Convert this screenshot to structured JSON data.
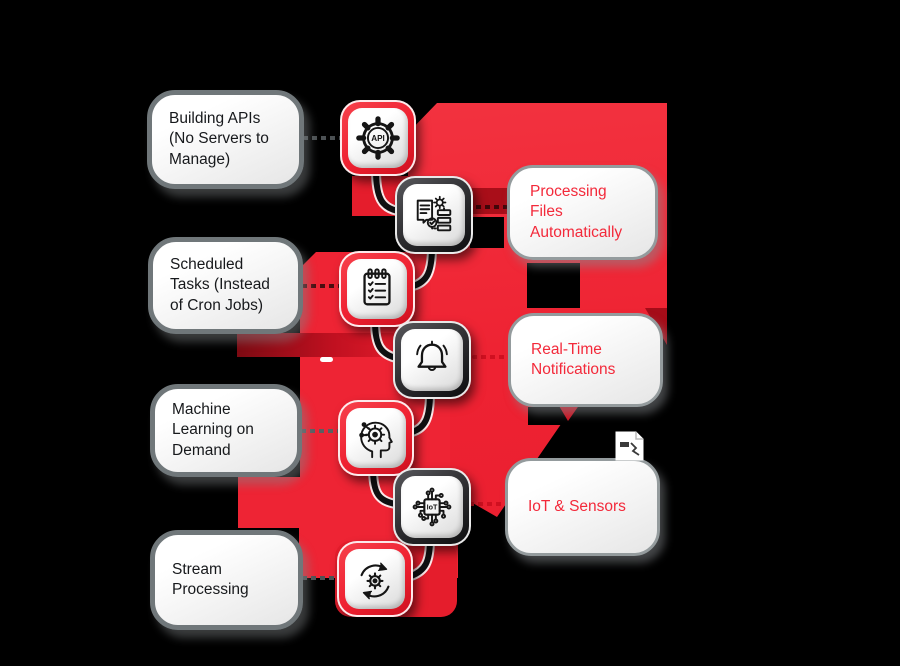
{
  "diagram": {
    "left_boxes": [
      {
        "id": "building-apis",
        "label": "Building APIs (No Servers to Manage)"
      },
      {
        "id": "scheduled-tasks",
        "label": "Scheduled Tasks (Instead of Cron Jobs)"
      },
      {
        "id": "machine-learning",
        "label": "Machine Learning on Demand"
      },
      {
        "id": "stream-processing",
        "label": "Stream Processing"
      }
    ],
    "right_boxes": [
      {
        "id": "processing-files",
        "label": "Processing Files Automatically"
      },
      {
        "id": "real-time-notifications",
        "label": "Real-Time Notifications"
      },
      {
        "id": "iot-sensors",
        "label": "IoT & Sensors"
      }
    ],
    "icon_badges": [
      {
        "id": "api",
        "name": "api-gear-icon",
        "text": "API"
      },
      {
        "id": "file-processing",
        "name": "file-processing-icon",
        "text": ""
      },
      {
        "id": "scheduler",
        "name": "checklist-clipboard-icon",
        "text": ""
      },
      {
        "id": "notifications",
        "name": "bell-icon",
        "text": ""
      },
      {
        "id": "machine-learning",
        "name": "machine-learning-head-icon",
        "text": ""
      },
      {
        "id": "iot",
        "name": "iot-chip-icon",
        "text": "IoT"
      },
      {
        "id": "stream",
        "name": "cycle-gear-icon",
        "text": ""
      }
    ],
    "colors": {
      "background": "#000000",
      "primary_red": "#EE2434",
      "dark_red": "#9C0D17",
      "left_text": "#17191C",
      "right_text": "#F3293A",
      "box_border_gray": "#70777A"
    }
  }
}
